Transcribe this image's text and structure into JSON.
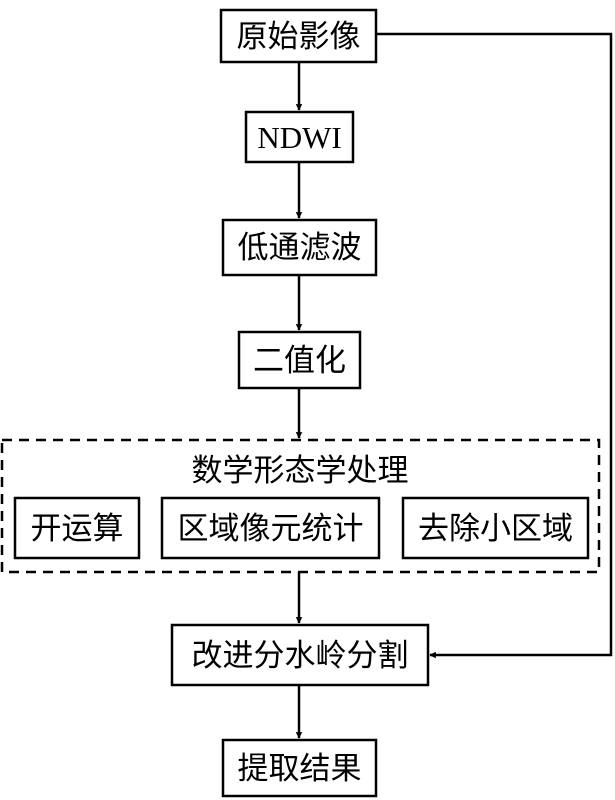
{
  "nodes": {
    "original_image": "原始影像",
    "ndwi": "NDWI",
    "low_pass_filter": "低通滤波",
    "binarization": "二值化",
    "morphology_group": "数学形态学处理",
    "opening": "开运算",
    "region_pixel_stats": "区域像元统计",
    "remove_small_regions": "去除小区域",
    "improved_watershed": "改进分水岭分割",
    "extract_result": "提取结果"
  }
}
